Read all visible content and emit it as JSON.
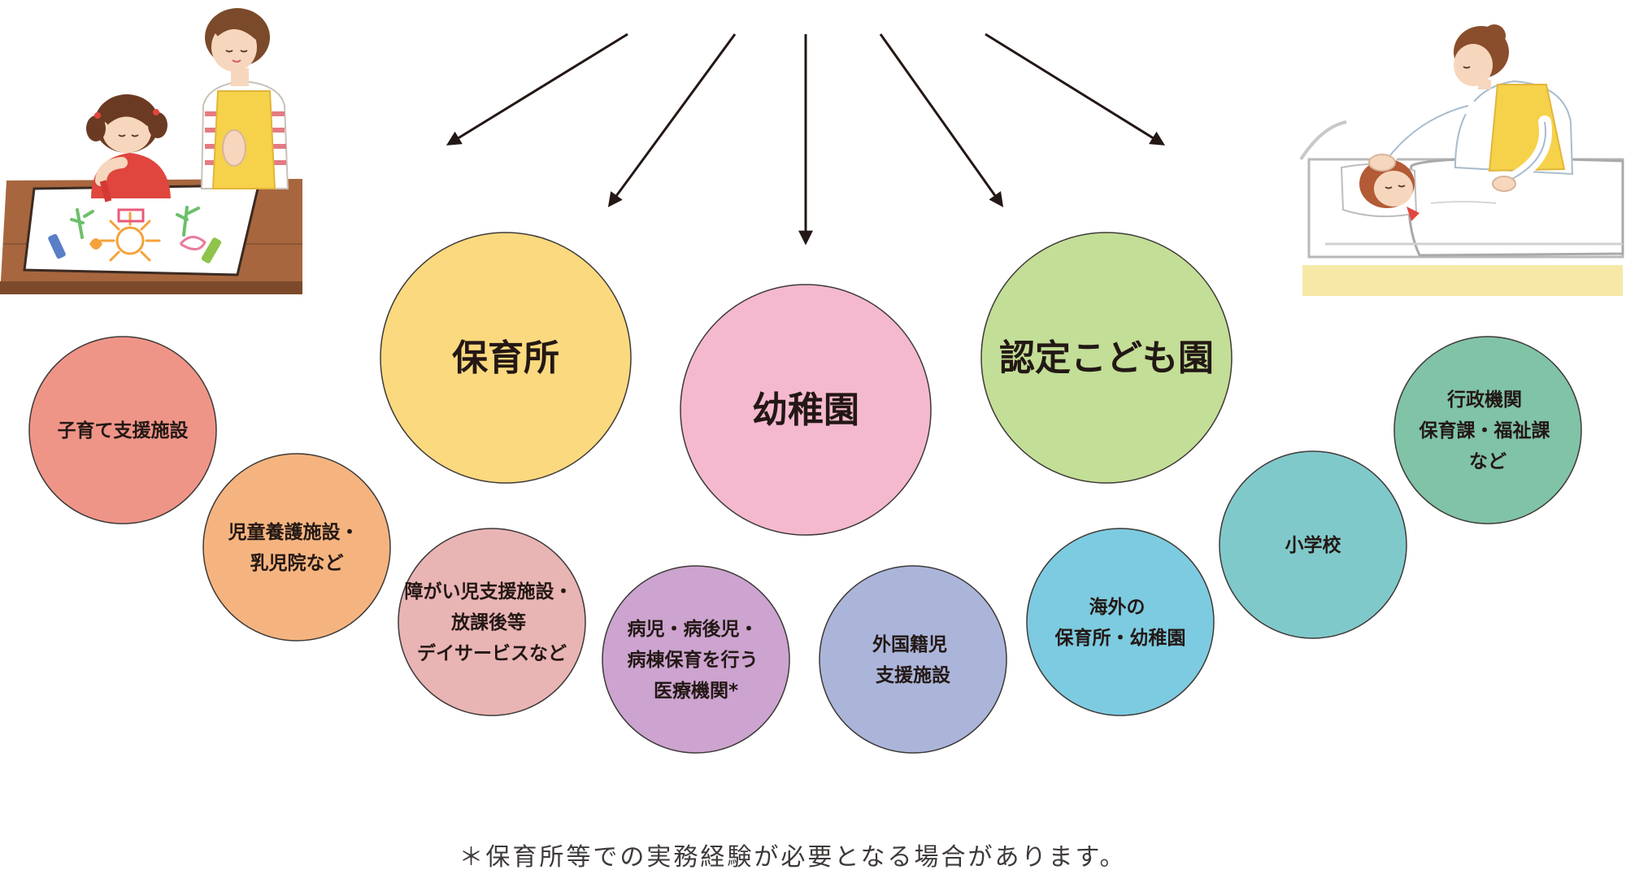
{
  "main_facilities": [
    {
      "label": "保育所",
      "color": "#fbd97f"
    },
    {
      "label": "幼稚園",
      "color": "#f4b9cf"
    },
    {
      "label": "認定こども園",
      "color": "#c3de96"
    }
  ],
  "other_facilities": [
    {
      "lines": [
        "子育て支援施設"
      ],
      "color": "#ef9588"
    },
    {
      "lines": [
        "児童養護施設・",
        "乳児院など"
      ],
      "color": "#f5b47f"
    },
    {
      "lines": [
        "障がい児支援施設・",
        "放課後等",
        "デイサービスなど"
      ],
      "color": "#e9b4b4"
    },
    {
      "lines": [
        "病児・病後児・",
        "病棟保育を行う",
        "医療機関*"
      ],
      "color": "#cca4cf"
    },
    {
      "lines": [
        "外国籍児",
        "支援施設"
      ],
      "color": "#abb5da"
    },
    {
      "lines": [
        "海外の",
        "保育所・幼稚園"
      ],
      "color": "#7dcbe0"
    },
    {
      "lines": [
        "小学校"
      ],
      "color": "#80c9cb"
    },
    {
      "lines": [
        "行政機関",
        "保育課・福祉課",
        "など"
      ],
      "color": "#80c3a7"
    }
  ],
  "footnote": "＊保育所等での実務経験が必要となる場合があります。",
  "illustrations": [
    "mother-child-drawing-illustration",
    "caregiver-sick-child-bed-illustration"
  ],
  "arrow_color": "#231815"
}
